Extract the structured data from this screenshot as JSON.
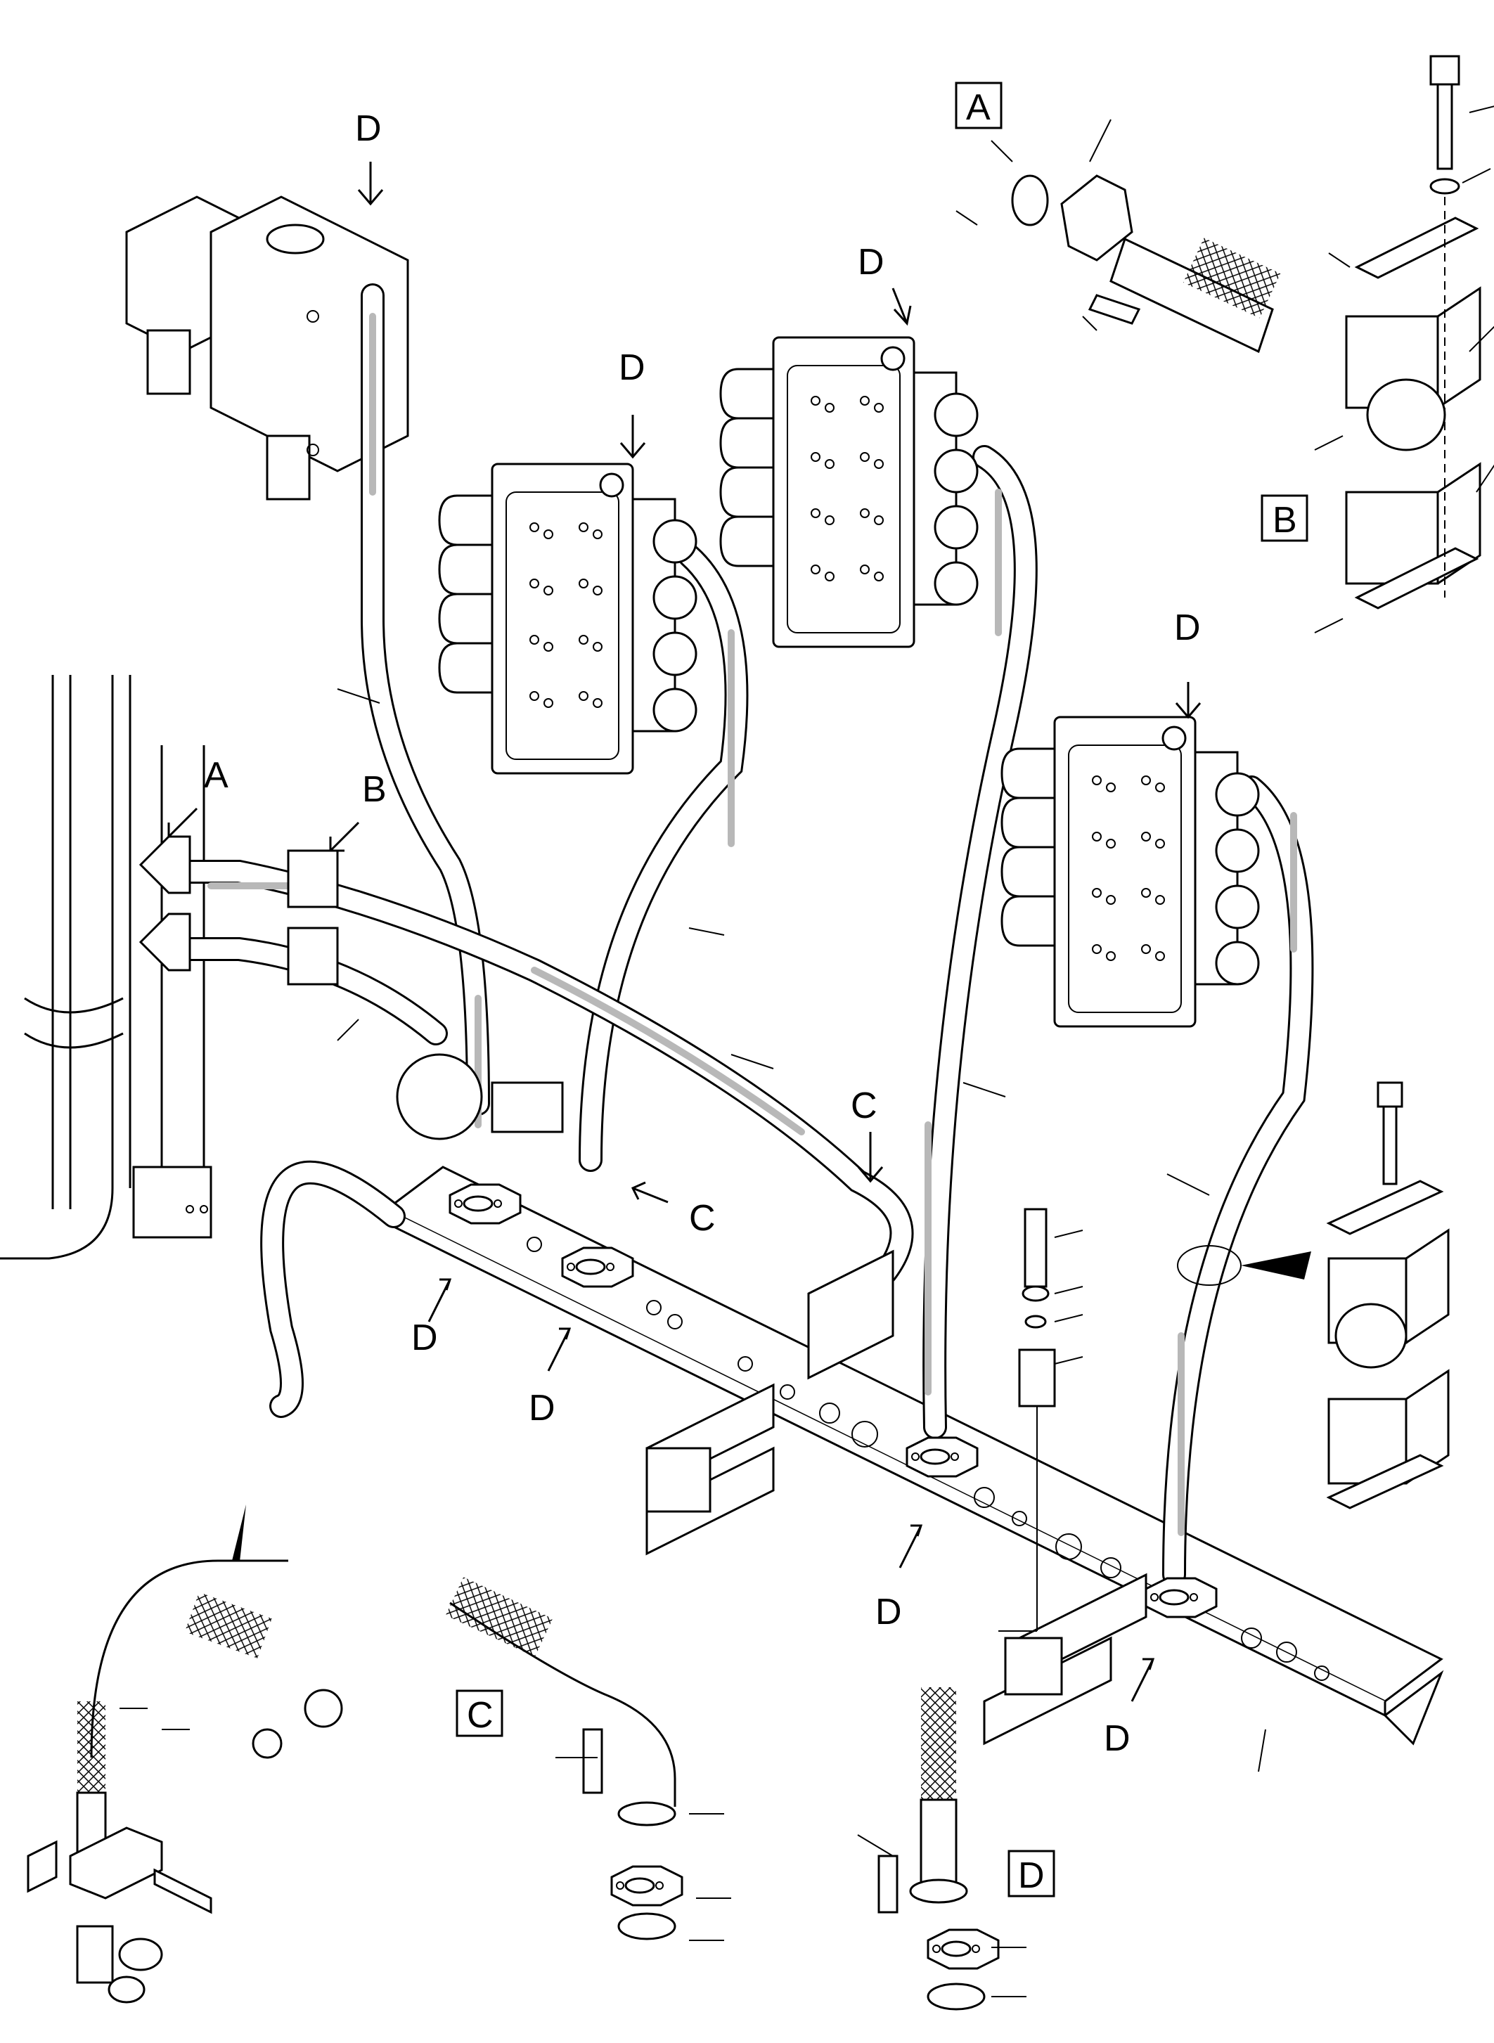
{
  "labels": {
    "a": "A",
    "b": "B",
    "c": "C",
    "d": "D"
  },
  "colors": {
    "ink": "#000000",
    "paper": "#ffffff",
    "hose_shading": "#b8b8b8"
  }
}
